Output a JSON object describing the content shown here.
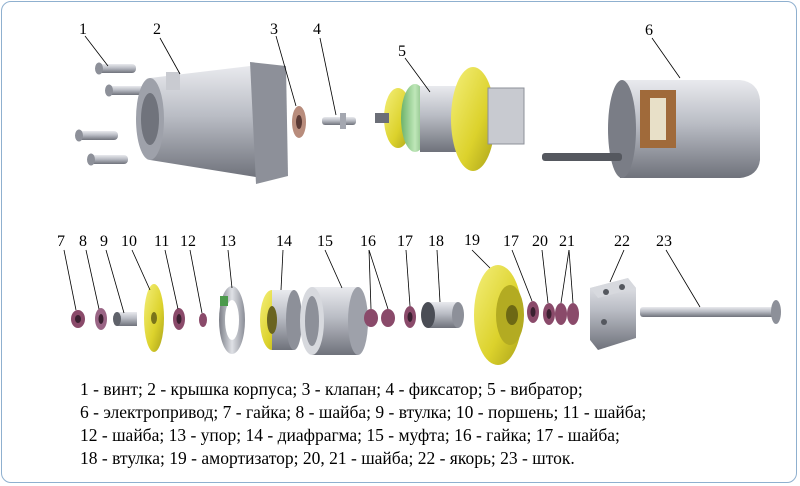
{
  "labels": {
    "n1": "1",
    "n2": "2",
    "n3": "3",
    "n4": "4",
    "n5": "5",
    "n6": "6",
    "n7": "7",
    "n8": "8",
    "n9": "9",
    "n10": "10",
    "n11": "11",
    "n12": "12",
    "n13": "13",
    "n14": "14",
    "n15": "15",
    "n16": "16",
    "n17a": "17",
    "n18": "18",
    "n19": "19",
    "n17b": "17",
    "n20": "20",
    "n21": "21",
    "n22": "22",
    "n23": "23"
  },
  "legend": [
    "1 - винт; 2 - крышка корпуса; 3 - клапан; 4 - фиксатор; 5 - вибратор;",
    "6 - электропривод; 7 - гайка; 8 - шайба; 9 - втулка; 10 - поршень; 11 - шайба;",
    "12 - шайба; 13 - упор; 14 - диафрагма; 15 - муфта; 16 - гайка; 17 - шайба;",
    "18 - втулка; 19 - амортизатор; 20, 21 - шайба; 22 - якорь; 23 - шток."
  ],
  "colors": {
    "frame": "#8fb0cf",
    "metal": "#b9bcc4",
    "yellow": "#e4de3a",
    "washer": "#8a4a6a",
    "green": "#9fd49a"
  }
}
